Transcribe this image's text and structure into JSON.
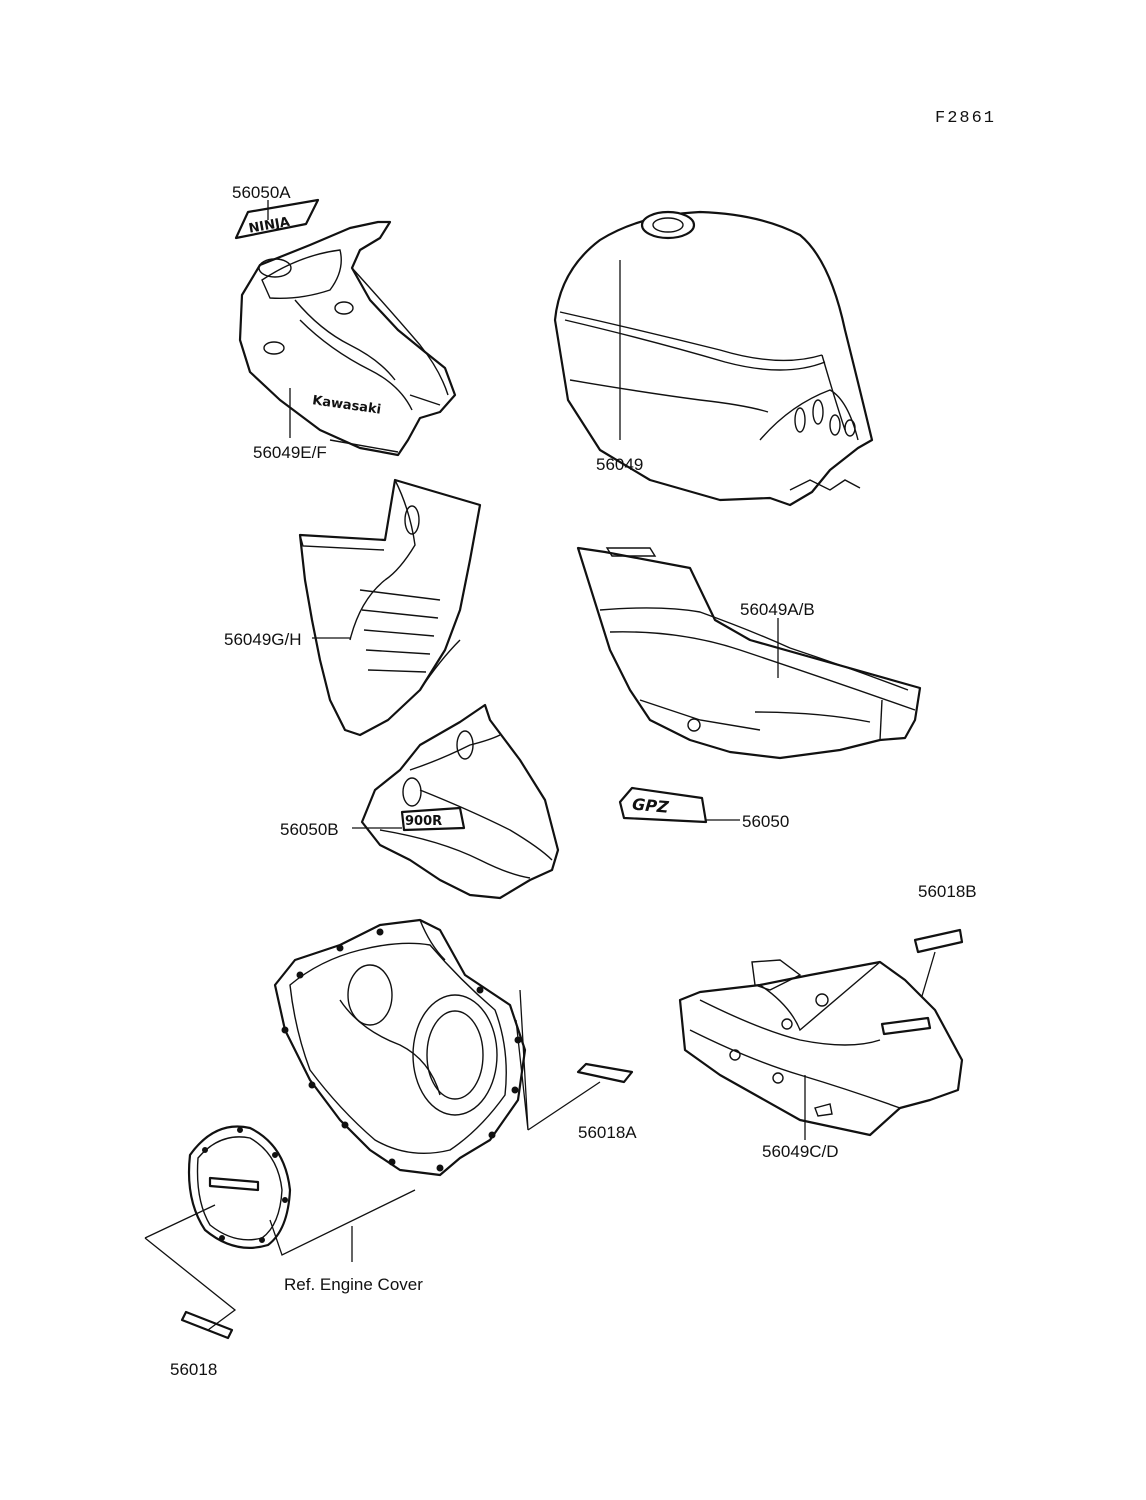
{
  "figure_code": "F2861",
  "labels": {
    "p56050A": "56050A",
    "p56049EF": "56049E/F",
    "p56049": "56049",
    "p56049GH": "56049G/H",
    "p56049AB": "56049A/B",
    "p56050B": "56050B",
    "p56050": "56050",
    "p56018B": "56018B",
    "p56018A": "56018A",
    "p56049CD": "56049C/D",
    "ref_engine_cover": "Ref. Engine Cover",
    "p56018": "56018"
  },
  "decals": {
    "fairing_logo": "Kawasaki",
    "ninja_decal": "NINJA",
    "gpz_decal": "GPZ",
    "cowl_decal": "900R"
  }
}
